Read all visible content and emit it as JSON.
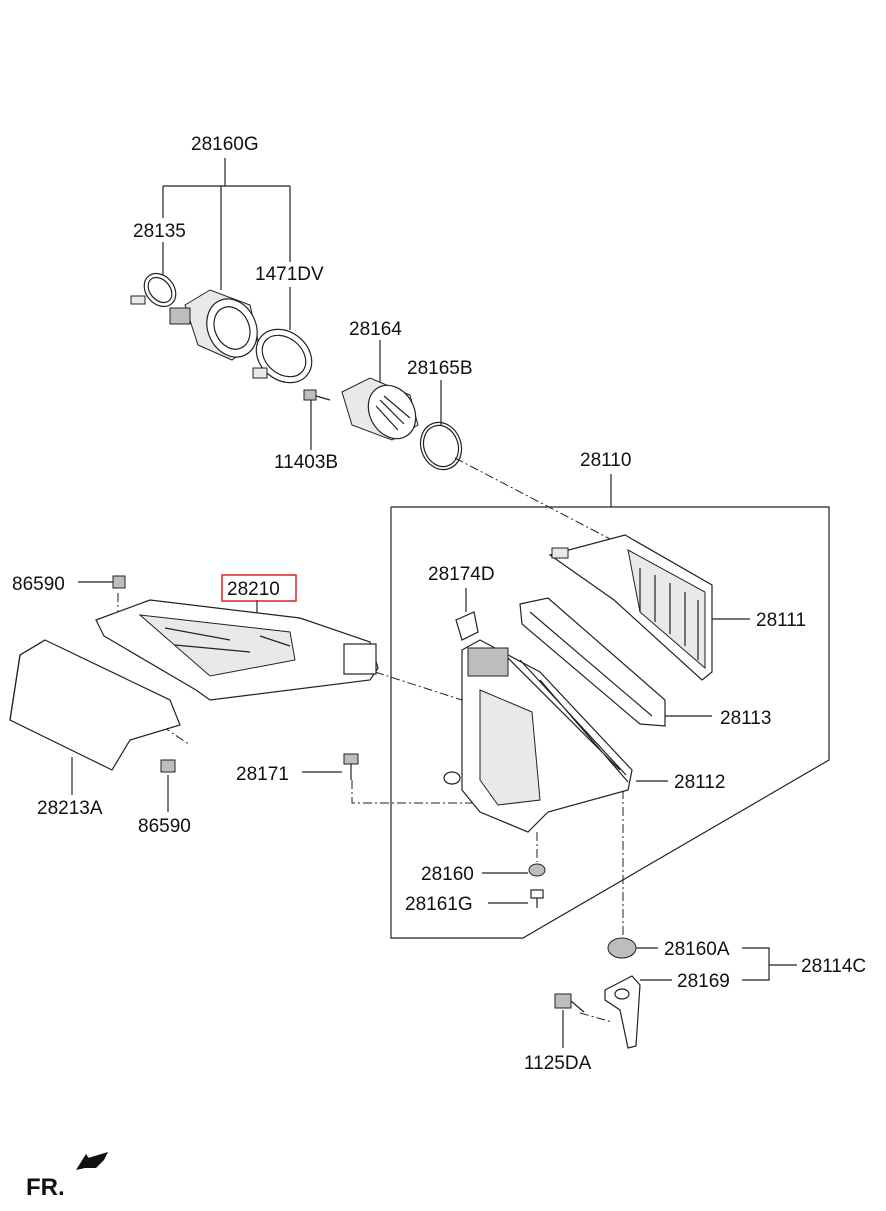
{
  "parts": {
    "p28160G": "28160G",
    "p28135": "28135",
    "p1471DV": "1471DV",
    "p28164": "28164",
    "p28165B": "28165B",
    "p11403B": "11403B",
    "p28110": "28110",
    "p86590a": "86590",
    "p28210": "28210",
    "p28174D": "28174D",
    "p28111": "28111",
    "p28113": "28113",
    "p28171": "28171",
    "p28112": "28112",
    "p28213A": "28213A",
    "p86590b": "86590",
    "p28160": "28160",
    "p28161G": "28161G",
    "p28160A": "28160A",
    "p28114C": "28114C",
    "p28169": "28169",
    "p1125DA": "1125DA"
  },
  "orientation": "FR.",
  "highlight_color": "#e02020"
}
